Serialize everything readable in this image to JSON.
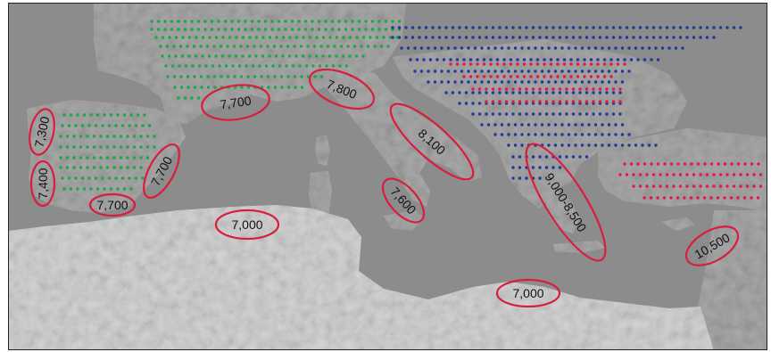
{
  "map": {
    "colors": {
      "sea": "#8c8c8c",
      "land": "#a9a9a9",
      "land_light": "#d4d4d4",
      "land_dark": "#7c7c7c",
      "annotation_outline": "#d81e3c",
      "dots_green": "#1aa84a",
      "dots_blue": "#1e3a9a",
      "dots_red": "#e8164a"
    },
    "labels": [
      {
        "id": "iberia-north",
        "text": "7,300"
      },
      {
        "id": "iberia-west",
        "text": "7,400"
      },
      {
        "id": "iberia-south",
        "text": "7,700"
      },
      {
        "id": "iberia-east",
        "text": "7,700"
      },
      {
        "id": "france-south",
        "text": "7,700"
      },
      {
        "id": "liguria",
        "text": "7,800"
      },
      {
        "id": "italy-adriatic",
        "text": "8,100"
      },
      {
        "id": "italy-south",
        "text": "7,600"
      },
      {
        "id": "greece",
        "text": "9,000-8,500"
      },
      {
        "id": "levant",
        "text": "10,500"
      },
      {
        "id": "maghreb",
        "text": "7,000"
      },
      {
        "id": "cyrenaica",
        "text": "7,000"
      }
    ]
  }
}
